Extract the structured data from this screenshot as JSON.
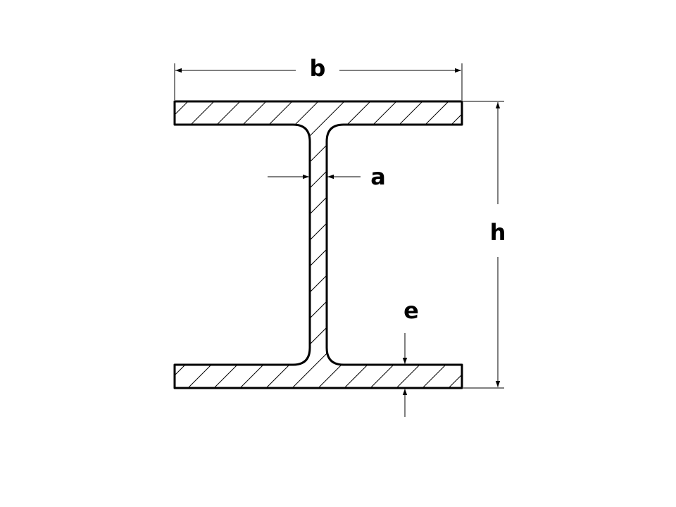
{
  "diagram": {
    "colors": {
      "stroke": "#000000",
      "fill": "#ffffff",
      "background": "#ffffff"
    },
    "labels": {
      "width": "b",
      "web_thickness": "a",
      "height": "h",
      "flange_thickness": "e"
    }
  }
}
